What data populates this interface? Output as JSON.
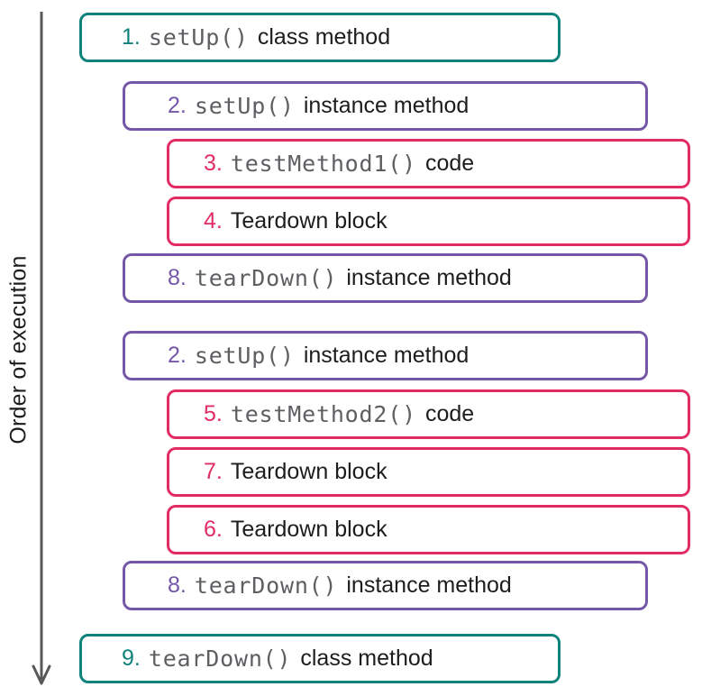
{
  "colors": {
    "teal": "#0E827B",
    "purple": "#7557A8",
    "pink": "#E22C63",
    "mono_text": "#5E5E63",
    "label_text": "#1D1D1F",
    "arrow": "#58585A"
  },
  "sidebar": {
    "axis_label": "Order of execution",
    "arrow_icon": "down-arrow"
  },
  "rows": [
    {
      "num": "1.",
      "code": "setUp()",
      "label": "class method",
      "level": "class",
      "color": "#0E827B"
    },
    {
      "num": "2.",
      "code": "setUp()",
      "label": "instance method",
      "level": "instance",
      "color": "#7557A8"
    },
    {
      "num": "3.",
      "code": "testMethod1()",
      "label": "code",
      "level": "test",
      "color": "#E22C63"
    },
    {
      "num": "4.",
      "code": "",
      "label": "Teardown block",
      "level": "test",
      "color": "#E22C63"
    },
    {
      "num": "8.",
      "code": "tearDown()",
      "label": "instance method",
      "level": "instance",
      "color": "#7557A8"
    },
    {
      "num": "2.",
      "code": "setUp()",
      "label": "instance method",
      "level": "instance",
      "color": "#7557A8"
    },
    {
      "num": "5.",
      "code": "testMethod2()",
      "label": "code",
      "level": "test",
      "color": "#E22C63"
    },
    {
      "num": "7.",
      "code": "",
      "label": "Teardown block",
      "level": "test",
      "color": "#E22C63"
    },
    {
      "num": "6.",
      "code": "",
      "label": "Teardown block",
      "level": "test",
      "color": "#E22C63"
    },
    {
      "num": "8.",
      "code": "tearDown()",
      "label": "instance method",
      "level": "instance",
      "color": "#7557A8"
    },
    {
      "num": "9.",
      "code": "tearDown()",
      "label": "class method",
      "level": "class",
      "color": "#0E827B"
    }
  ]
}
